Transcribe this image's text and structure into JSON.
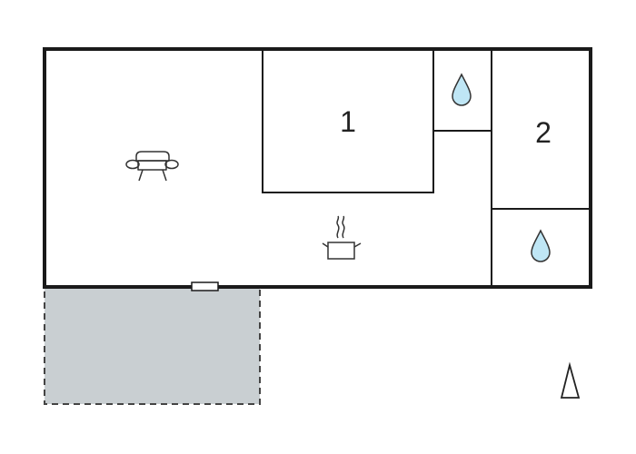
{
  "colors": {
    "background": "#ffffff",
    "wall": "#1a1a1a",
    "terrace_fill": "#c9cfd2",
    "terrace_border": "#444444",
    "water_fill": "#bfe6f5",
    "icon_stroke": "#333333"
  },
  "rooms": [
    {
      "label": "1"
    },
    {
      "label": "2"
    }
  ],
  "icons": {
    "living_room": "sofa-icon",
    "kitchen": "cooking-pot-icon",
    "bathroom_1": "water-drop-icon",
    "bathroom_2": "water-drop-icon",
    "door": "door-icon",
    "north": "north-arrow-icon"
  },
  "terrace": {
    "style": "dashed"
  }
}
